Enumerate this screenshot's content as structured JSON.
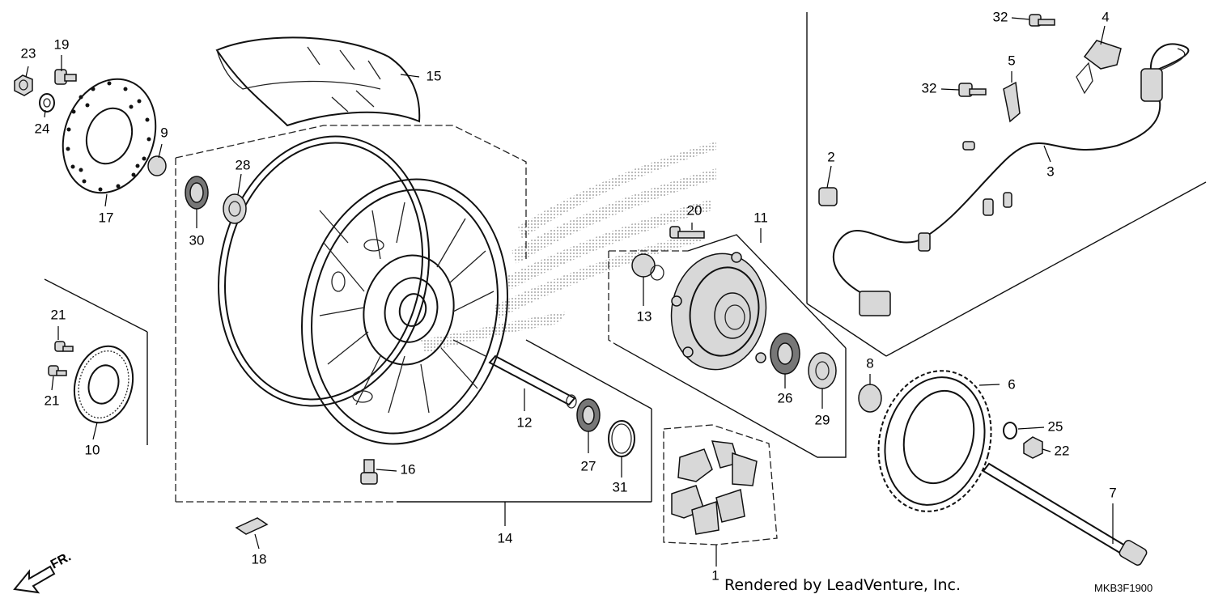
{
  "diagram": {
    "callouts": [
      {
        "id": "1",
        "label": "1"
      },
      {
        "id": "2",
        "label": "2"
      },
      {
        "id": "3",
        "label": "3"
      },
      {
        "id": "4",
        "label": "4"
      },
      {
        "id": "5",
        "label": "5"
      },
      {
        "id": "6",
        "label": "6"
      },
      {
        "id": "7",
        "label": "7"
      },
      {
        "id": "8",
        "label": "8"
      },
      {
        "id": "9",
        "label": "9"
      },
      {
        "id": "10",
        "label": "10"
      },
      {
        "id": "11",
        "label": "11"
      },
      {
        "id": "12",
        "label": "12"
      },
      {
        "id": "13",
        "label": "13"
      },
      {
        "id": "14",
        "label": "14"
      },
      {
        "id": "15",
        "label": "15"
      },
      {
        "id": "16",
        "label": "16"
      },
      {
        "id": "17",
        "label": "17"
      },
      {
        "id": "18",
        "label": "18"
      },
      {
        "id": "19",
        "label": "19"
      },
      {
        "id": "20",
        "label": "20"
      },
      {
        "id": "21a",
        "label": "21"
      },
      {
        "id": "21b",
        "label": "21"
      },
      {
        "id": "22",
        "label": "22"
      },
      {
        "id": "23",
        "label": "23"
      },
      {
        "id": "24",
        "label": "24"
      },
      {
        "id": "25",
        "label": "25"
      },
      {
        "id": "26",
        "label": "26"
      },
      {
        "id": "27",
        "label": "27"
      },
      {
        "id": "28",
        "label": "28"
      },
      {
        "id": "29",
        "label": "29"
      },
      {
        "id": "30",
        "label": "30"
      },
      {
        "id": "31",
        "label": "31"
      },
      {
        "id": "32a",
        "label": "32"
      },
      {
        "id": "32b",
        "label": "32"
      }
    ],
    "direction_label": "FR.",
    "credit": "Rendered by LeadVenture, Inc.",
    "code": "MKB3F1900"
  }
}
